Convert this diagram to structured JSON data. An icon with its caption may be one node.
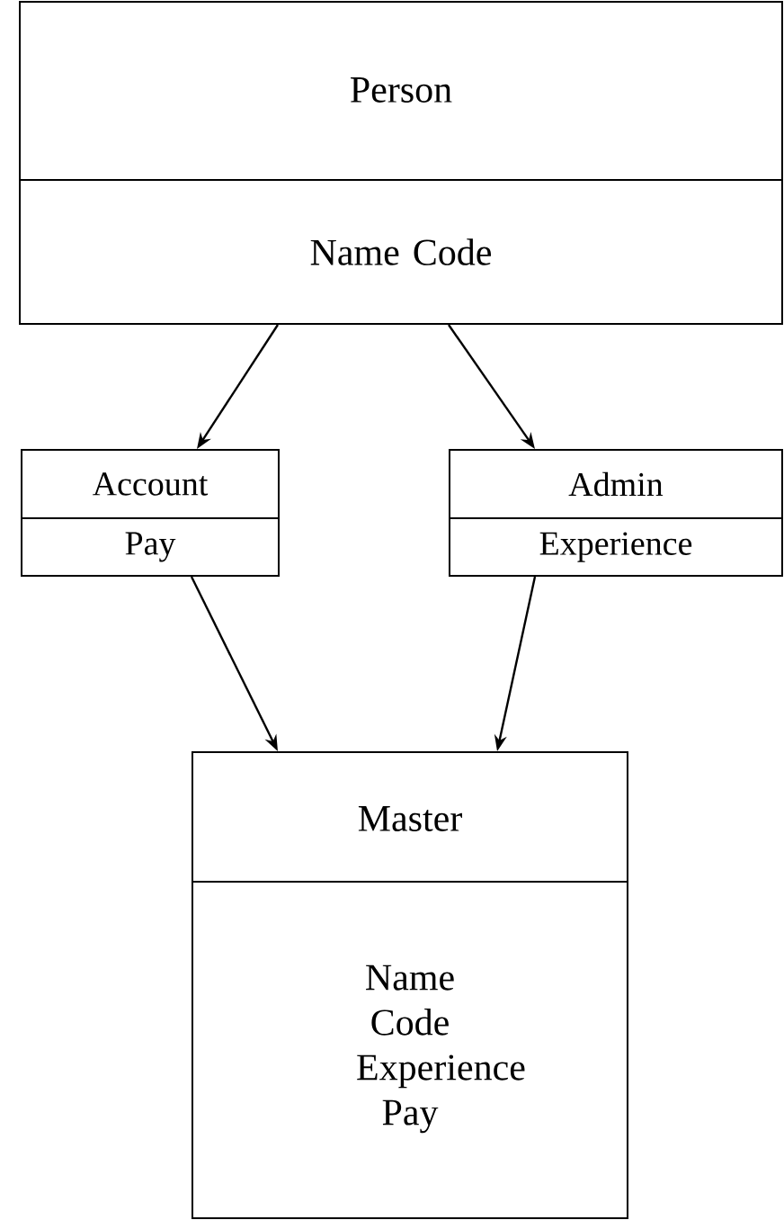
{
  "diagram": {
    "nodes": [
      {
        "text": [
          "Person",
          "Name Code"
        ]
      },
      {
        "text": [
          "Account",
          "Pay"
        ]
      },
      {
        "text": [
          "Admin",
          "Experience"
        ]
      },
      {
        "text": [
          "Master",
          "Name Code Experience Pay"
        ]
      }
    ],
    "edges": [
      {
        "from": 0,
        "to": 1,
        "arrow": "to"
      },
      {
        "from": 0,
        "to": 2,
        "arrow": "to"
      },
      {
        "from": 1,
        "to": 3,
        "arrow": "to"
      },
      {
        "from": 2,
        "to": 3,
        "arrow": "to"
      }
    ]
  }
}
